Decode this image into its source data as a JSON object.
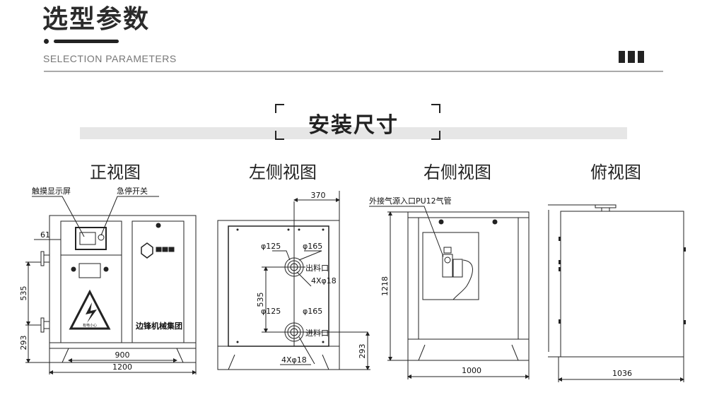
{
  "header": {
    "title": "选型参数",
    "subtitle": "SELECTION PARAMETERS",
    "menu_icon": "three-bars-icon"
  },
  "section": {
    "title": "安装尺寸"
  },
  "views": {
    "front": {
      "label": "正视图",
      "callouts": {
        "touch_screen": "触摸显示屏",
        "emergency_stop": "急停开关"
      },
      "brand_text": "边锋机械集团",
      "warning_text": "有电小心",
      "dims": {
        "flange_offset": "61",
        "flange_spacing": "535",
        "bottom_height": "293",
        "base_inner": "900",
        "width": "1200"
      }
    },
    "left": {
      "label": "左侧视图",
      "dims": {
        "offset": "370",
        "spacing": "535",
        "bottom_height": "293"
      },
      "outlet": {
        "inner_dia": "φ125",
        "outer_dia": "φ165",
        "name": "出料口",
        "holes": "4Xφ18"
      },
      "inlet": {
        "inner_dia": "φ125",
        "outer_dia": "φ165",
        "name": "进料口",
        "holes": "4Xφ18"
      }
    },
    "right": {
      "label": "右侧视图",
      "callout": "外接气源入口PU12气管",
      "dims": {
        "height": "1218",
        "width": "1000"
      }
    },
    "top": {
      "label": "俯视图",
      "dims": {
        "depth": "1036"
      }
    }
  }
}
